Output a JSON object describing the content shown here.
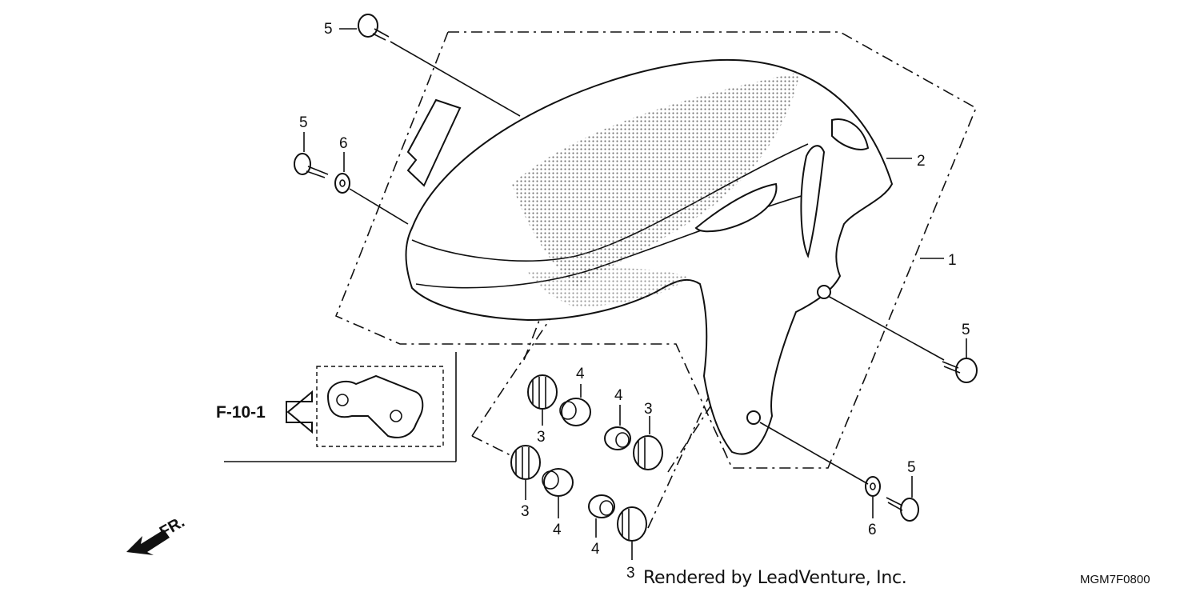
{
  "diagram": {
    "callouts": {
      "c1": "1",
      "c2": "2",
      "c3a": "3",
      "c3b": "3",
      "c3c": "3",
      "c3d": "3",
      "c4a": "4",
      "c4b": "4",
      "c4c": "4",
      "c4d": "4",
      "c5a": "5",
      "c5b": "5",
      "c5c": "5",
      "c5d": "5",
      "c6a": "6",
      "c6b": "6"
    },
    "reference": "F-10-1",
    "front_label": "FR.",
    "footer": {
      "credit": "Rendered by LeadVenture, Inc.",
      "code": "MGM7F0800"
    }
  }
}
